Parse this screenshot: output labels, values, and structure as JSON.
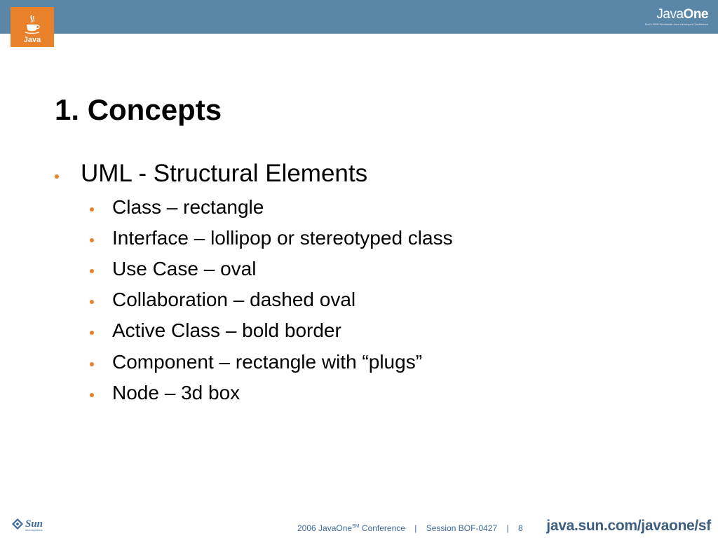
{
  "header": {
    "logo_text": "Java",
    "brand_java": "Java",
    "brand_one": "One",
    "brand_subtitle": "Sun's 2006 Worldwide Java Developer Conference"
  },
  "title": "1. Concepts",
  "main_bullet": "UML - Structural Elements",
  "sub_bullets": [
    "Class – rectangle",
    "Interface – lollipop or stereotyped class",
    "Use Case – oval",
    "Collaboration – dashed oval",
    "Active Class – bold border",
    "Component – rectangle with “plugs”",
    "Node – 3d box"
  ],
  "footer": {
    "sun_word": "Sun",
    "sun_sub": "microsystems",
    "conference_prefix": "2006 JavaOne",
    "conference_sup": "SM",
    "conference_suffix": " Conference",
    "separator": "|",
    "session": "Session BOF-0427",
    "page_number": "8",
    "url": "java.sun.com/javaone/sf"
  },
  "colors": {
    "header_band": "#5a87a8",
    "logo_orange": "#e8812a",
    "bullet_orange": "#e8812a",
    "footer_blue": "#3d6a9a"
  }
}
